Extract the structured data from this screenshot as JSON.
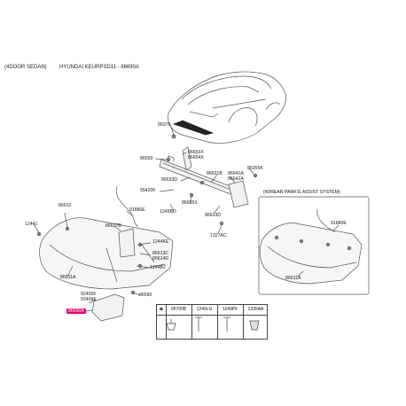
{
  "header": {
    "left": "(4DOOR SEDAN)",
    "right": "HYUNDAI KEURPSD11 - 86690A"
  },
  "parts": {
    "p86379": "86379",
    "p86593": "86593",
    "p86653X": "86653X",
    "p86654X": "86654X",
    "p86633D_a": "86633D",
    "p86631B": "86631B",
    "p86355K": "86355K",
    "p86641A": "86641A",
    "p86642A": "86642A",
    "p95420F": "95420F",
    "p91880E_a": "91880E",
    "p1249BD": "1249BD",
    "p86635X": "86635X",
    "p86633D_b": "86633D",
    "p1327AC": "1327AC",
    "p86910": "86910",
    "p12441": "12441",
    "p86637B": "86637B",
    "p1244KE": "1244KE",
    "p86613C": "86613C",
    "p86614D": "86614D",
    "p1244BJ": "1244BJ",
    "p86611A_a": "86611A",
    "p86590": "86590",
    "p92405F": "92405F",
    "p92406F": "92406F",
    "p86690A": "86690A",
    "p91880E_b": "91880E",
    "p86611A_b": "86611A"
  },
  "inset": {
    "title": "(W/REAR PARK'G ASSIST SYSTEM)"
  },
  "legend_table": {
    "columns": [
      "95700B",
      "1249LG",
      "1249PF",
      "1335AA"
    ]
  },
  "colors": {
    "line": "#555555",
    "highlight": "#e6006e",
    "part_fill": "#f2f2f2"
  }
}
